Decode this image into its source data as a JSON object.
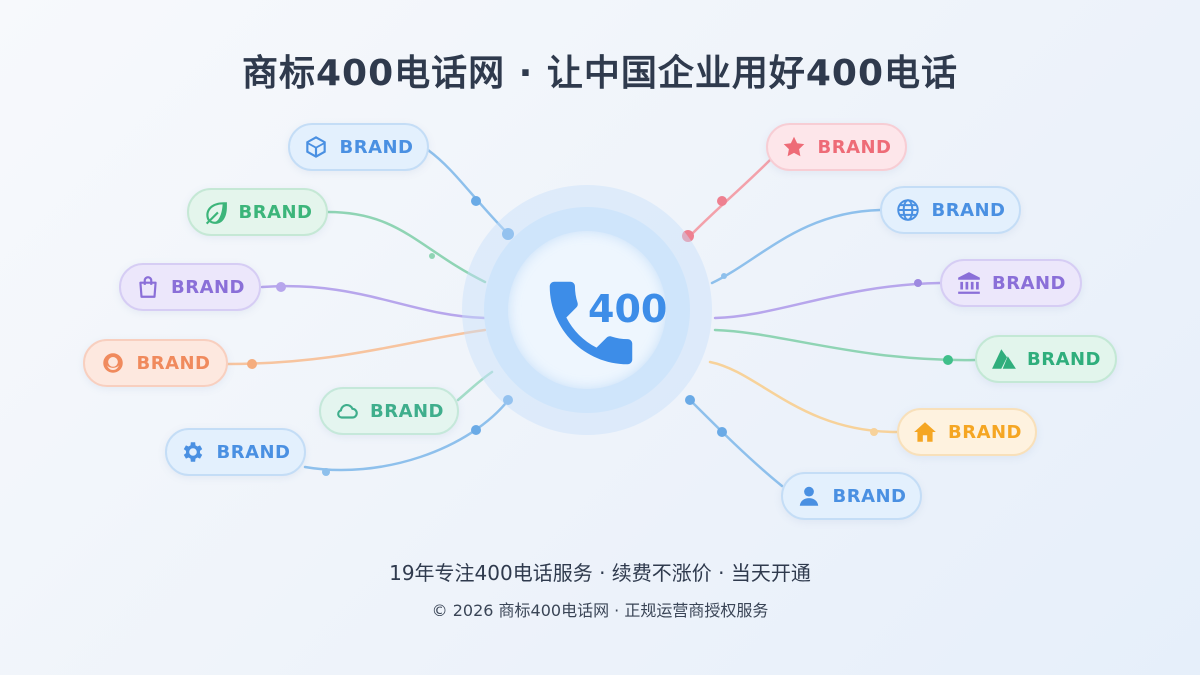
{
  "title": "商标400电话网 · 让中国企业用好400电话",
  "hub": {
    "number": "400",
    "icon": "phone-icon",
    "color": "#3d8de8"
  },
  "brands": {
    "left": [
      {
        "label": "BRAND",
        "icon": "cube-icon",
        "color": "#4a90e2"
      },
      {
        "label": "BRAND",
        "icon": "leaf-icon",
        "color": "#3cb57a"
      },
      {
        "label": "BRAND",
        "icon": "bag-icon",
        "color": "#8a6fd8"
      },
      {
        "label": "BRAND",
        "icon": "ring-icon",
        "color": "#f08a5d"
      },
      {
        "label": "BRAND",
        "icon": "cloud-icon",
        "color": "#3fae8c"
      },
      {
        "label": "BRAND",
        "icon": "gear-icon",
        "color": "#4a90e2"
      }
    ],
    "right": [
      {
        "label": "BRAND",
        "icon": "star-icon",
        "color": "#ee6b77"
      },
      {
        "label": "BRAND",
        "icon": "globe-icon",
        "color": "#4a90e2"
      },
      {
        "label": "BRAND",
        "icon": "bank-icon",
        "color": "#8a6fd8"
      },
      {
        "label": "BRAND",
        "icon": "mountain-icon",
        "color": "#2fae7c"
      },
      {
        "label": "BRAND",
        "icon": "home-icon",
        "color": "#f5a623"
      },
      {
        "label": "BRAND",
        "icon": "user-icon",
        "color": "#4a90e2"
      }
    ]
  },
  "tagline": "19年专注400电话服务 · 续费不涨价 · 当天开通",
  "footer": "© 2026 商标400电话网 · 正规运营商授权服务"
}
